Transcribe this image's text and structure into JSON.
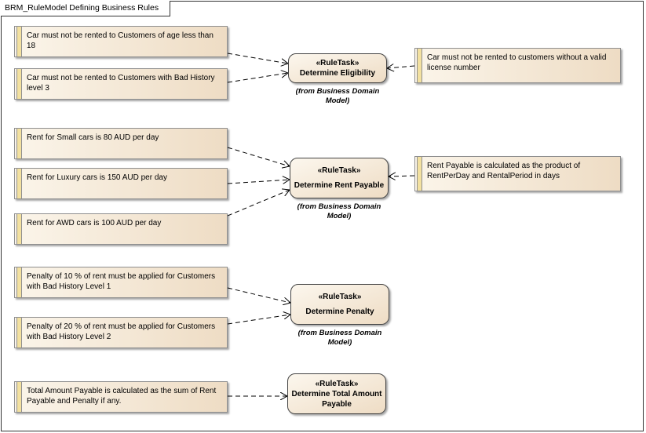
{
  "diagram": {
    "title": "BRM_RuleModel Defining Business Rules",
    "stereotype": "«RuleTask»",
    "from_label": "(from Business Domain\nModel)"
  },
  "tasks": [
    {
      "id": "eligibility",
      "name": "Determine Eligibility",
      "has_from": true
    },
    {
      "id": "rent",
      "name": "Determine Rent Payable",
      "has_from": true
    },
    {
      "id": "penalty",
      "name": "Determine Penalty",
      "has_from": true
    },
    {
      "id": "total",
      "name": "Determine Total Amount Payable",
      "has_from": false
    }
  ],
  "notes": [
    {
      "id": "n1",
      "text": "Car must not be rented to Customers of age less than 18",
      "target": "eligibility"
    },
    {
      "id": "n2",
      "text": "Car must not be rented to Customers with Bad History level 3",
      "target": "eligibility"
    },
    {
      "id": "n3",
      "text": "Car must not be rented to customers without a valid license number",
      "target": "eligibility"
    },
    {
      "id": "n4",
      "text": "Rent for Small cars is 80 AUD per day",
      "target": "rent"
    },
    {
      "id": "n5",
      "text": "Rent for Luxury cars is 150 AUD per day",
      "target": "rent"
    },
    {
      "id": "n6",
      "text": "Rent for AWD cars is 100 AUD per day",
      "target": "rent"
    },
    {
      "id": "n7",
      "text": "Rent Payable is calculated as the product of RentPerDay and RentalPeriod in days",
      "target": "rent"
    },
    {
      "id": "n8",
      "text": "Penalty of 10 % of rent must be applied for Customers with Bad History Level 1",
      "target": "penalty"
    },
    {
      "id": "n9",
      "text": "Penalty of 20 % of rent must be applied for Customers with Bad History Level 2",
      "target": "penalty"
    },
    {
      "id": "n10",
      "text": "Total Amount Payable is calculated as the sum of Rent Payable and Penalty if any.",
      "target": "total"
    }
  ]
}
